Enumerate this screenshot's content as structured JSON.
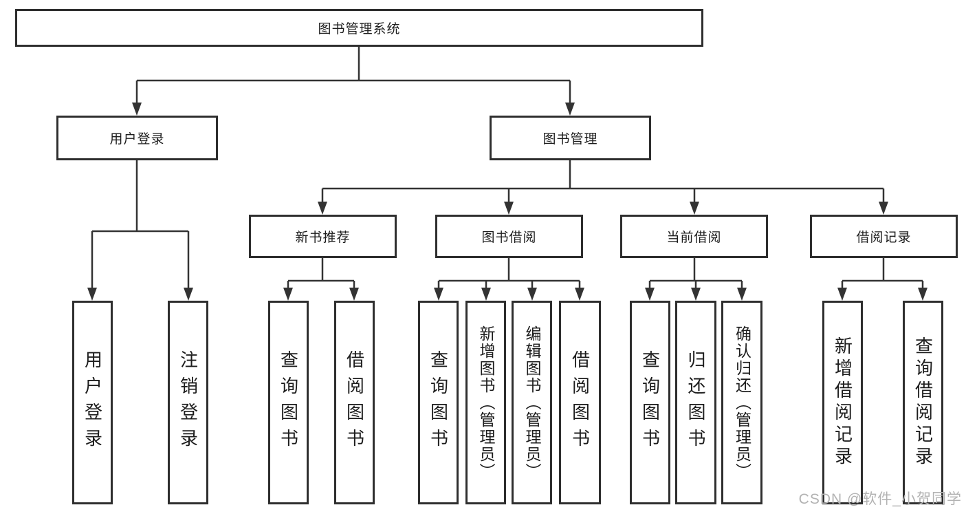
{
  "hierarchy": {
    "root": {
      "label": "图书管理系统"
    },
    "branches": [
      {
        "label": "用户登录",
        "children": [
          {
            "label": "用户登录"
          },
          {
            "label": "注销登录"
          }
        ]
      },
      {
        "label": "图书管理",
        "sections": [
          {
            "label": "新书推荐",
            "children": [
              {
                "label": "查询图书"
              },
              {
                "label": "借阅图书"
              }
            ]
          },
          {
            "label": "图书借阅",
            "children": [
              {
                "label": "查询图书"
              },
              {
                "label": "新增图书（管理员）"
              },
              {
                "label": "编辑图书（管理员）"
              },
              {
                "label": "借阅图书"
              }
            ]
          },
          {
            "label": "当前借阅",
            "children": [
              {
                "label": "查询图书"
              },
              {
                "label": "归还图书"
              },
              {
                "label": "确认归还（管理员）"
              }
            ]
          },
          {
            "label": "借阅记录",
            "children": [
              {
                "label": "新增借阅记录"
              },
              {
                "label": "查询借阅记录"
              }
            ]
          }
        ]
      }
    ]
  },
  "watermark": {
    "text": "CSDN @软件_小贺同学"
  },
  "colors": {
    "line": "#333333",
    "border": "#2e2e2e",
    "text": "#1d1d1d",
    "watermark": "#b3b3b3",
    "background": "#ffffff"
  }
}
